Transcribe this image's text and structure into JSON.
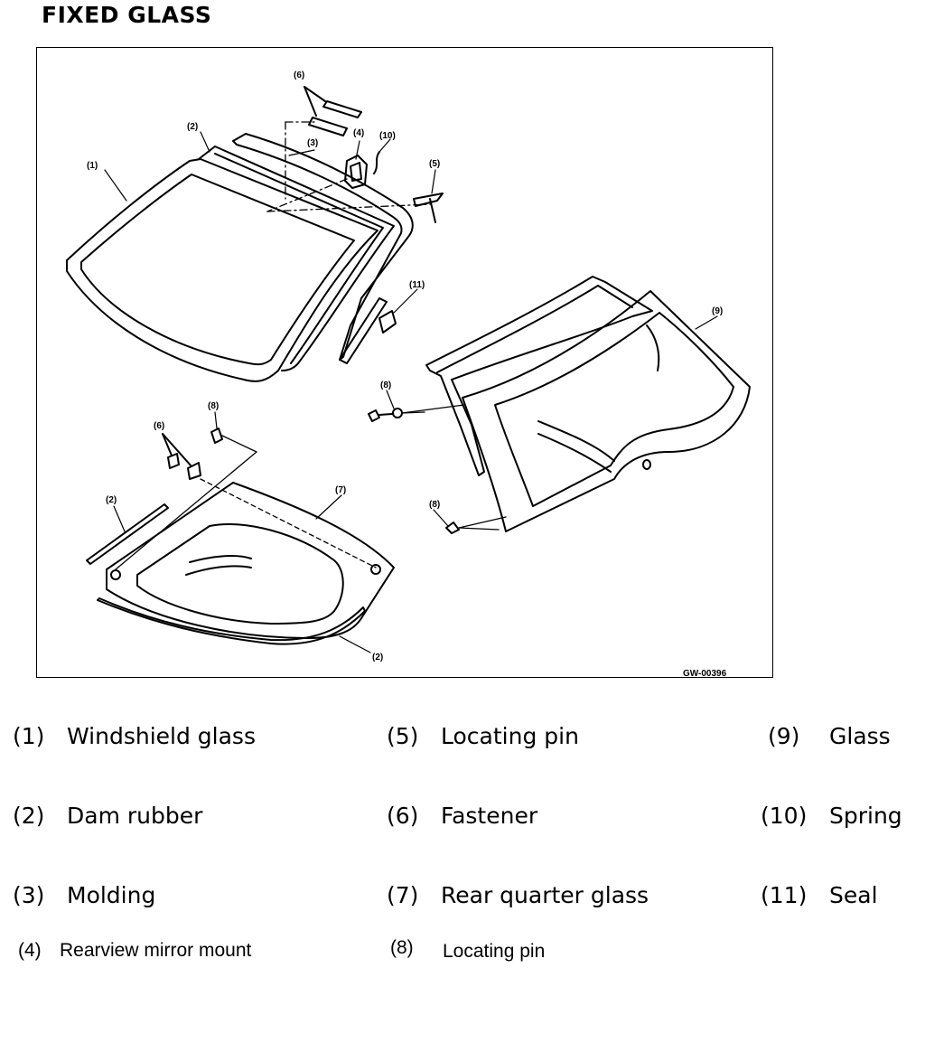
{
  "title": "FIXED GLASS",
  "diagram": {
    "code": "GW-00396",
    "callouts": {
      "windshield": "(1)",
      "dam_rubber_top": "(2)",
      "molding": "(3)",
      "mirror_mount": "(4)",
      "locating_pin_top": "(5)",
      "fastener_top": "(6)",
      "spring": "(10)",
      "seal": "(11)",
      "rear_glass": "(9)",
      "pin_rear_upper": "(8)",
      "pin_rear_lower": "(8)",
      "pin_quarter": "(8)",
      "fastener_quarter": "(6)",
      "quarter_glass": "(7)",
      "dam_rubber_quarter_top": "(2)",
      "dam_rubber_quarter_bottom": "(2)"
    }
  },
  "legend": [
    {
      "num": "(1)",
      "label": "Windshield glass"
    },
    {
      "num": "(5)",
      "label": "Locating pin"
    },
    {
      "num": "(9)",
      "label": "Glass"
    },
    {
      "num": "(2)",
      "label": "Dam rubber"
    },
    {
      "num": "(6)",
      "label": "Fastener"
    },
    {
      "num": "(10)",
      "label": "Spring"
    },
    {
      "num": "(3)",
      "label": "Molding"
    },
    {
      "num": "(7)",
      "label": "Rear quarter glass"
    },
    {
      "num": "(11)",
      "label": "Seal"
    },
    {
      "num": "(4)",
      "label": "Rearview mirror mount"
    },
    {
      "num": "(8)",
      "label": "Locating pin"
    }
  ]
}
